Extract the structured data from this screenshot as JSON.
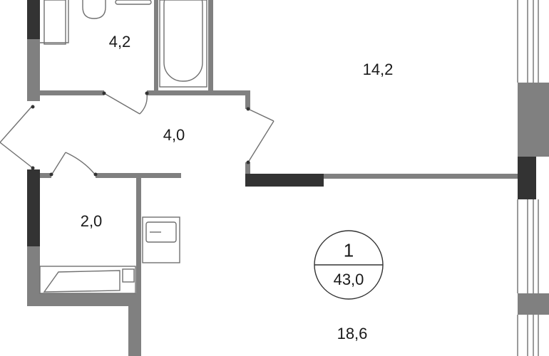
{
  "rooms": {
    "bathroom_area": "4,2",
    "bedroom_area": "14,2",
    "hall_area": "4,0",
    "toilet_area": "2,0",
    "living_area": "18,6"
  },
  "badge": {
    "rooms_count": "1",
    "total_area": "43,0"
  },
  "colors": {
    "wall": "#808080",
    "wall_dark": "#333333",
    "line": "#707070",
    "window": "#9a9a9a"
  }
}
